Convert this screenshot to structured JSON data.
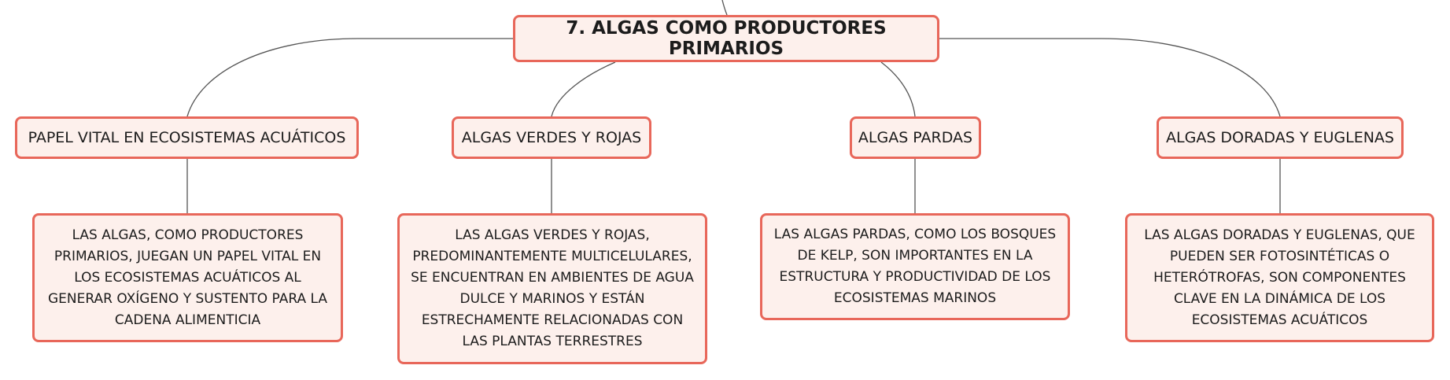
{
  "root": {
    "label": "7. ALGAS COMO PRODUCTORES PRIMARIOS"
  },
  "branches": [
    {
      "label": "PAPEL VITAL EN ECOSISTEMAS ACUÁTICOS",
      "detail": "LAS ALGAS, COMO PRODUCTORES PRIMARIOS, JUEGAN UN PAPEL VITAL EN LOS ECOSISTEMAS ACUÁTICOS AL GENERAR OXÍGENO Y SUSTENTO PARA LA CADENA ALIMENTICIA"
    },
    {
      "label": "ALGAS VERDES Y ROJAS",
      "detail": "LAS ALGAS VERDES Y ROJAS, PREDOMINANTEMENTE MULTICELULARES, SE ENCUENTRAN EN AMBIENTES DE AGUA DULCE Y MARINOS Y ESTÁN ESTRECHAMENTE RELACIONADAS CON LAS PLANTAS TERRESTRES"
    },
    {
      "label": "ALGAS PARDAS",
      "detail": "LAS ALGAS PARDAS, COMO LOS BOSQUES DE KELP, SON IMPORTANTES EN LA ESTRUCTURA Y PRODUCTIVIDAD DE LOS ECOSISTEMAS MARINOS"
    },
    {
      "label": "ALGAS DORADAS Y EUGLENAS",
      "detail": "LAS ALGAS DORADAS Y EUGLENAS, QUE PUEDEN SER FOTOSINTÉTICAS O HETERÓTROFAS, SON COMPONENTES CLAVE EN LA DINÁMICA DE LOS ECOSISTEMAS ACUÁTICOS"
    }
  ],
  "colors": {
    "node_fill": "#fdf0ec",
    "node_border": "#e8675a",
    "connector": "#555555",
    "text": "#1c1c1c"
  }
}
